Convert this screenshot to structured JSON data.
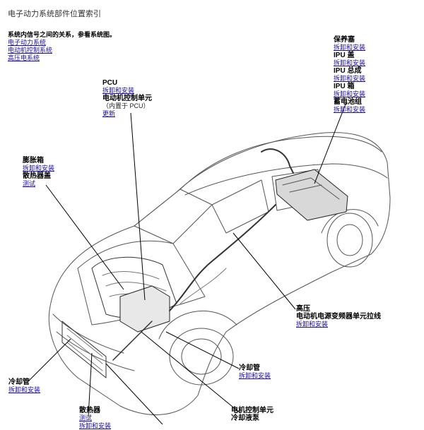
{
  "page": {
    "title": "电子动力系统部件位置索引"
  },
  "intro": {
    "lead": "系统内信号之间的关系，参看系统图。",
    "links": [
      "电子动力系统",
      "电动机控制系统",
      "高压电系统"
    ]
  },
  "callouts": {
    "battery": {
      "items": [
        {
          "title": "保养塞",
          "link": "拆卸和安装"
        },
        {
          "title": "IPU 盖",
          "link": "拆卸和安装"
        },
        {
          "title": "IPU 总成",
          "link": "拆卸和安装"
        },
        {
          "title": "IPU 箱",
          "link": "拆卸和安装"
        },
        {
          "title": "蓄电池组",
          "link": "拆卸和安装"
        }
      ]
    },
    "pcu": {
      "title": "PCU",
      "link1": "拆卸和安装",
      "subtitle": "电动机控制单元",
      "note": "（内置于 PCU）",
      "link2": "更新"
    },
    "expansion_tank": {
      "title": "膨胀箱",
      "link1": "拆卸和安装",
      "subtitle": "散热器盖",
      "link2": "测试"
    },
    "hv_cable": {
      "title": "高压",
      "subtitle": "电动机电源变频器单元拉线",
      "link": "拆卸和安装"
    },
    "cooling_hose": {
      "title": "冷却管",
      "link": "拆卸和安装"
    },
    "cooling_pipe": {
      "title": "冷却管",
      "link": "拆卸和安装"
    },
    "radiator": {
      "title": "散热器",
      "link1": "测试",
      "link2": "拆卸和安装"
    },
    "pump": {
      "title": "电机控制单元",
      "subtitle": "冷却液泵"
    }
  }
}
